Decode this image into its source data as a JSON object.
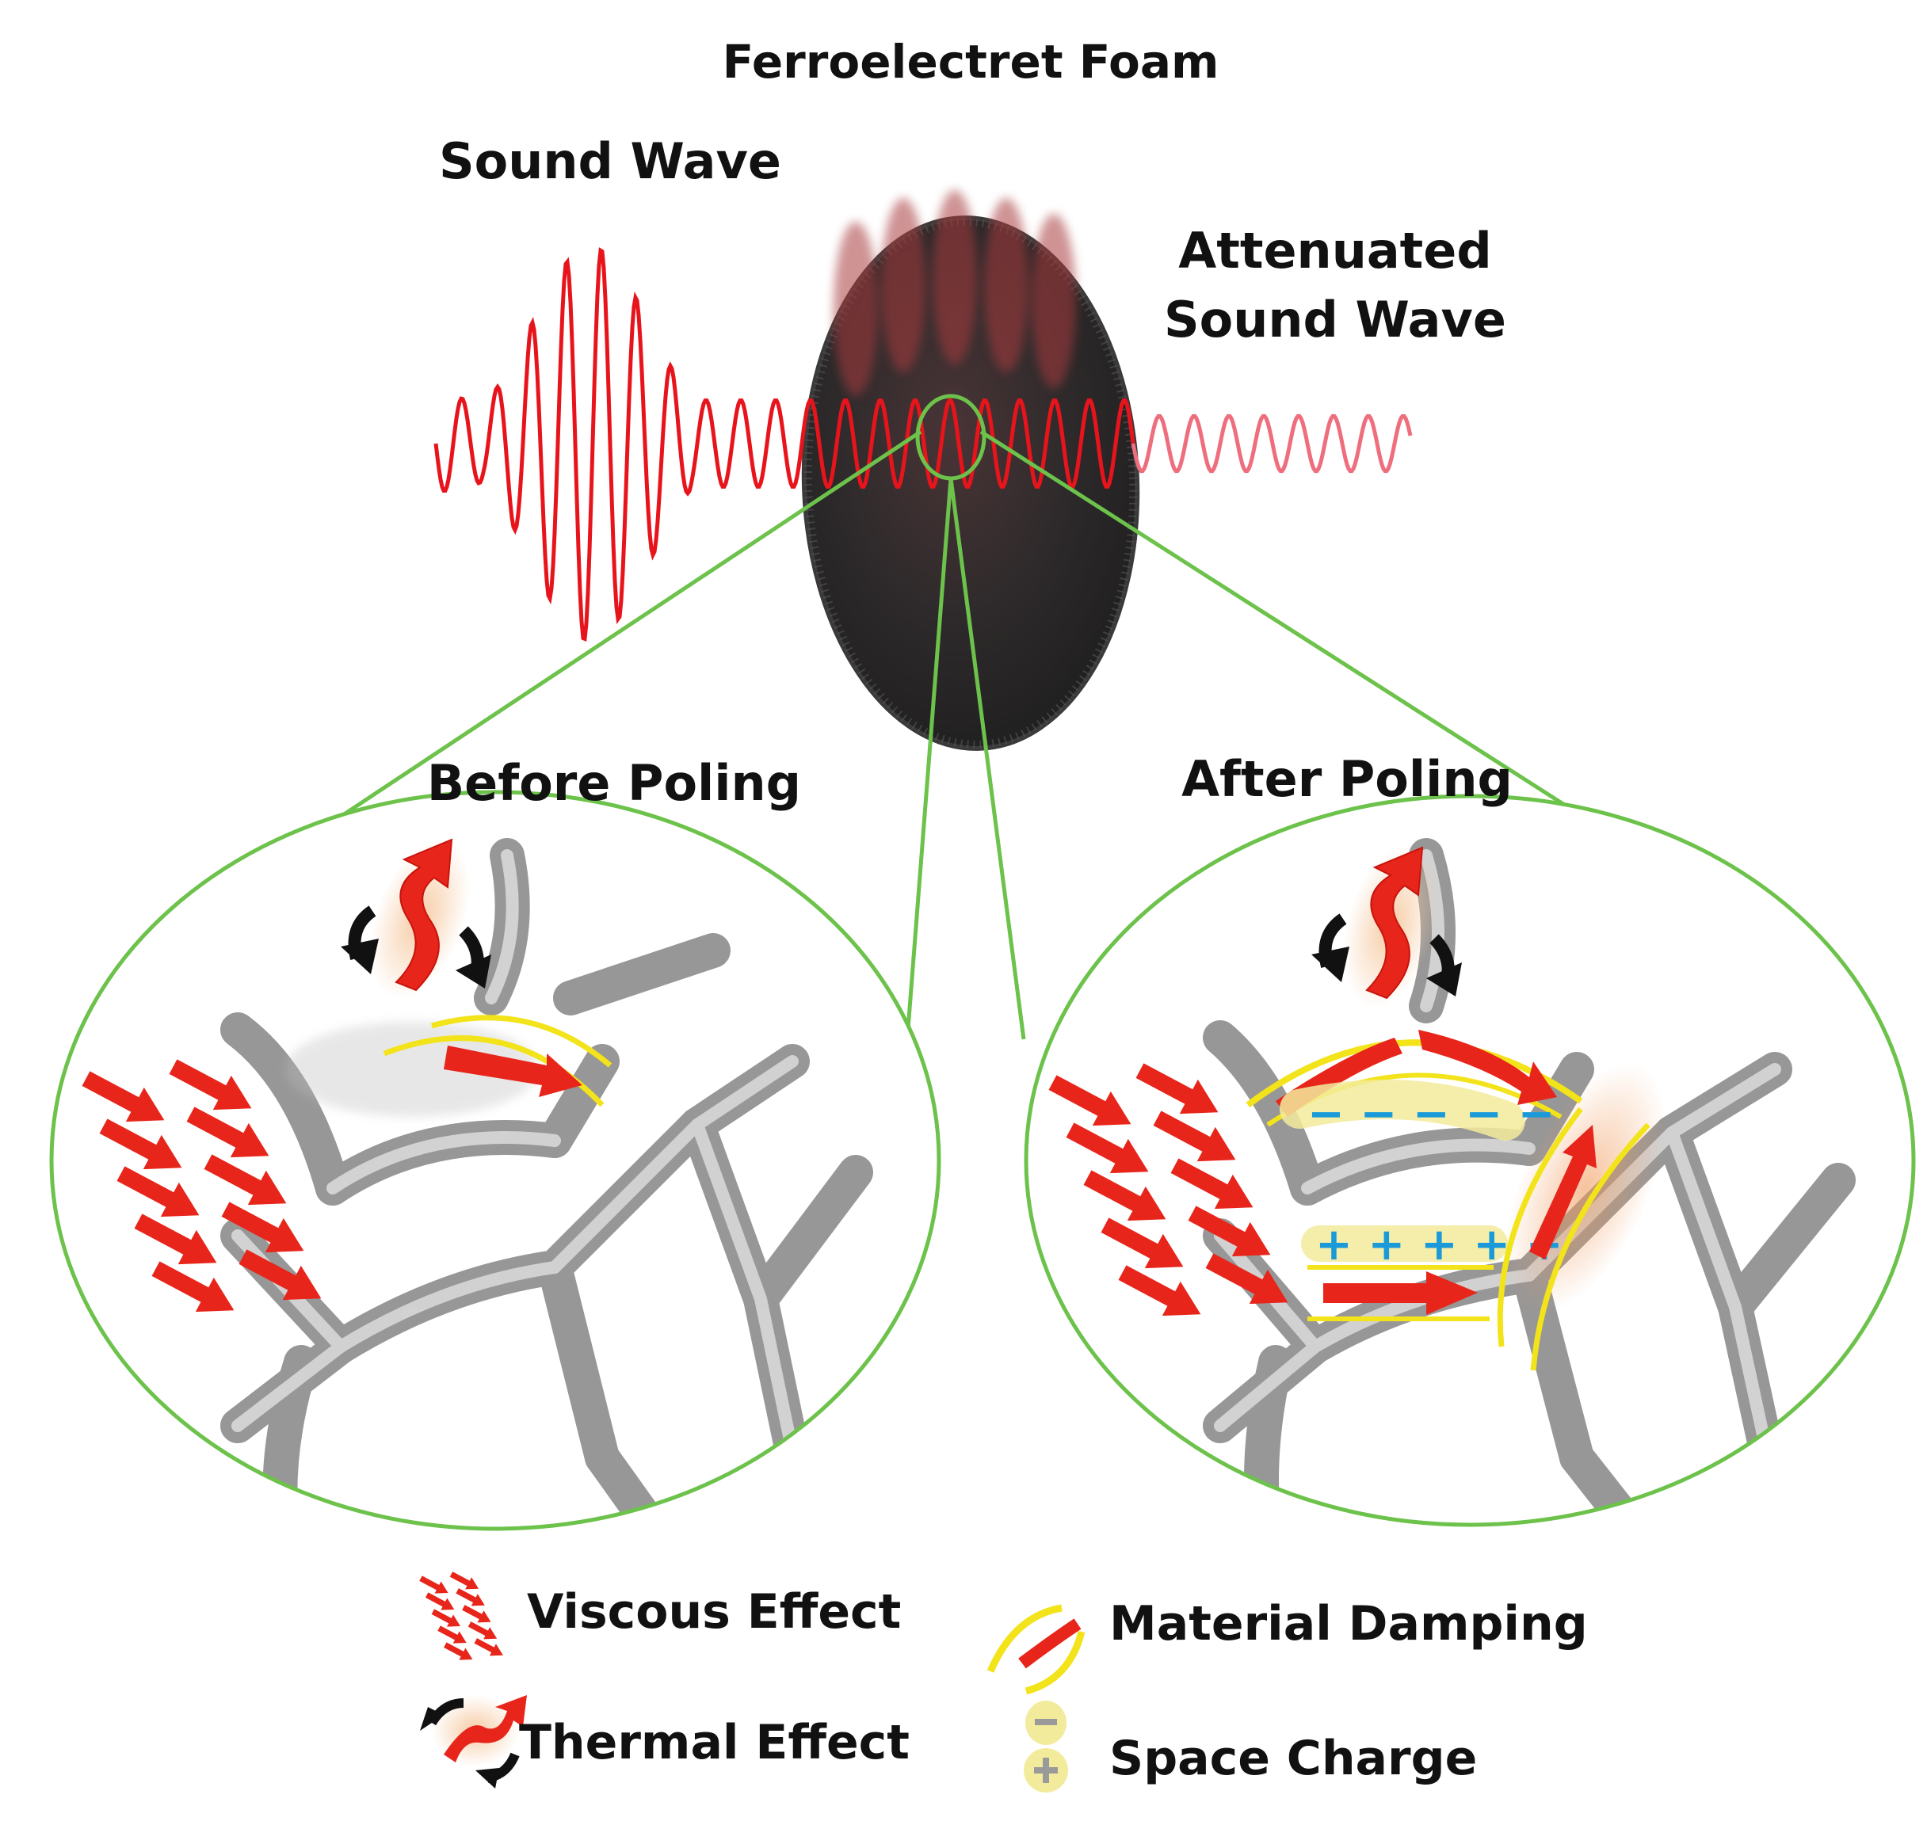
{
  "labels": {
    "foam": "Ferroelectret Foam",
    "sound_wave": "Sound Wave",
    "attenuated_line1": "Attenuated",
    "attenuated_line2": "Sound Wave",
    "before": "Before Poling",
    "after": "After Poling"
  },
  "legend": {
    "viscous": "Viscous Effect",
    "thermal": "Thermal Effect",
    "damping": "Material Damping",
    "space_charge": "Space Charge"
  },
  "charges": {
    "negative": [
      "−",
      "−",
      "−",
      "−",
      "−"
    ],
    "positive": [
      "+",
      "+",
      "+",
      "+",
      "+"
    ]
  },
  "colors": {
    "wave": "#e8141c",
    "attenuated_wave": "#ee6e7e",
    "zoom_green": "#6cc24a",
    "arrow_red": "#e8251b",
    "damping_yellow": "#f2e31a",
    "charge_blue": "#1a9ad8",
    "foam_dark": "#2b2b2b"
  }
}
